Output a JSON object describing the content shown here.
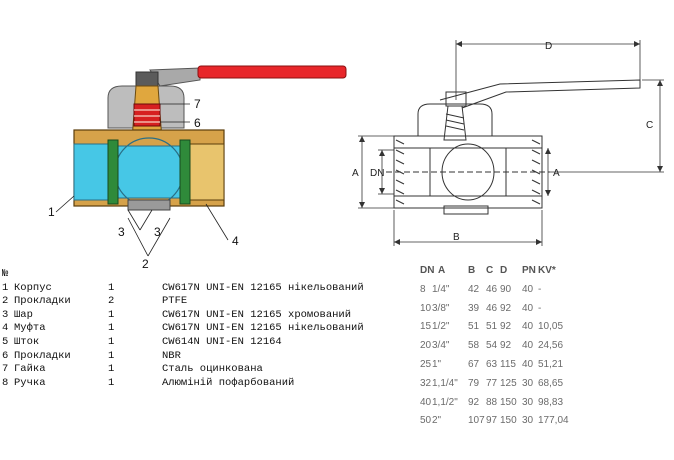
{
  "callouts": [
    "1",
    "2",
    "3",
    "3",
    "4",
    "6",
    "7"
  ],
  "dimension_letters": [
    "D",
    "C",
    "A",
    "DN",
    "A",
    "B"
  ],
  "parts_header": "№",
  "parts": [
    {
      "no": "1",
      "name": "Корпус",
      "qty": "1",
      "material": "CW617N UNI-EN 12165 нікельований"
    },
    {
      "no": "2",
      "name": "Прокладки",
      "qty": "2",
      "material": "PTFE"
    },
    {
      "no": "3",
      "name": "Шар",
      "qty": "1",
      "material": "CW617N UNI-EN 12165 хромований"
    },
    {
      "no": "4",
      "name": "Муфта",
      "qty": "1",
      "material": "CW617N UNI-EN 12165 нікельований"
    },
    {
      "no": "5",
      "name": "Шток",
      "qty": "1",
      "material": "CW614N UNI-EN 12164"
    },
    {
      "no": "6",
      "name": "Прокладки",
      "qty": "1",
      "material": "NBR"
    },
    {
      "no": "7",
      "name": "Гайка",
      "qty": "1",
      "material": "Сталь оцинкована"
    },
    {
      "no": "8",
      "name": "Ручка",
      "qty": "1",
      "material": "Алюміній пофарбований"
    }
  ],
  "dims_header": [
    "DN",
    "A",
    "B",
    "C",
    "D",
    "PN",
    "KV*"
  ],
  "dims_rows": [
    [
      "8",
      "1/4\"",
      "42",
      "46",
      "90",
      "40",
      "-"
    ],
    [
      "10",
      "3/8\"",
      "39",
      "46",
      "92",
      "40",
      "-"
    ],
    [
      "15",
      "1/2\"",
      "51",
      "51",
      "92",
      "40",
      "10,05"
    ],
    [
      "20",
      "3/4\"",
      "58",
      "54",
      "92",
      "40",
      "24,56"
    ],
    [
      "25",
      "1\"",
      "67",
      "63",
      "115",
      "40",
      "51,21"
    ],
    [
      "32",
      "1,1/4\"",
      "79",
      "77",
      "125",
      "30",
      "68,65"
    ],
    [
      "40",
      "1,1/2\"",
      "92",
      "88",
      "150",
      "30",
      "98,83"
    ],
    [
      "50",
      "2\"",
      "107",
      "97",
      "150",
      "30",
      "177,04"
    ]
  ],
  "colors": {
    "handle": "#e8262a",
    "body": "#d6a24a",
    "bore": "#46c7e6",
    "seal": "#2f8a3a",
    "spring": "#d62020"
  }
}
